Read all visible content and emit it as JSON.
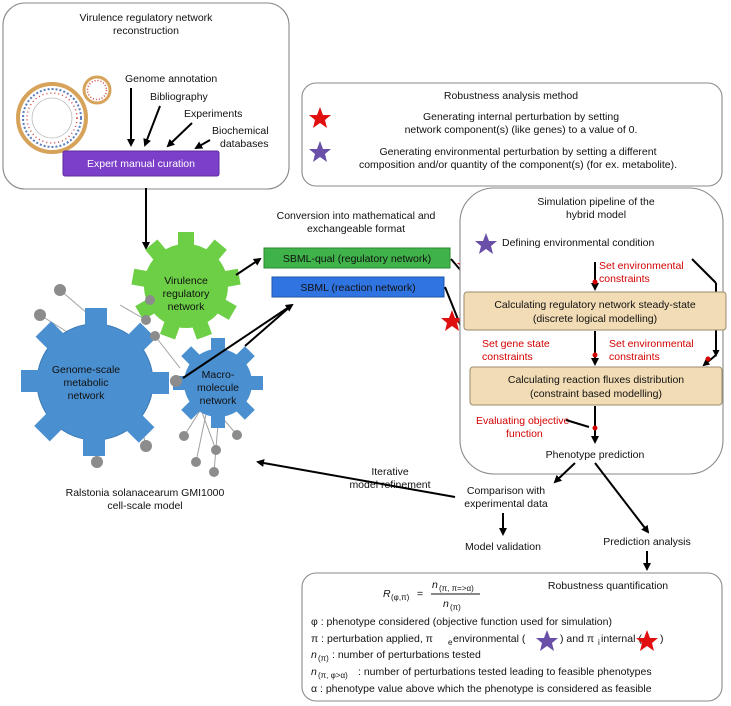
{
  "reconstruction": {
    "title_line1": "Virulence regulatory network",
    "title_line2": "reconstruction",
    "genome_annotation": "Genome annotation",
    "bibliography": "Bibliography",
    "experiments": "Experiments",
    "biochemical_line1": "Biochemical",
    "biochemical_line2": "databases",
    "curation_label": "Expert manual curation"
  },
  "robustness_method": {
    "title": "Robustness analysis method",
    "internal_line1": "Generating internal perturbation by setting",
    "internal_line2": "network component(s) (like genes) to a value of 0.",
    "env_line1": "Generating environmental perturbation by setting a different",
    "env_line2": "composition and/or quantity of the component(s) (for ex. metabolite)."
  },
  "conversion": {
    "title_line1": "Conversion into mathematical and",
    "title_line2": "exchangeable format",
    "sbml_qual": "SBML-qual (regulatory network)",
    "sbml": "SBML (reaction network)"
  },
  "model": {
    "virulence_line1": "Virulence",
    "virulence_line2": "regulatory",
    "virulence_line3": "network",
    "genome_line1": "Genome-scale",
    "genome_line2": "metabolic",
    "genome_line3": "network",
    "macro_line1": "Macro-",
    "macro_line2": "molecule",
    "macro_line3": "network",
    "caption_line1": "Ralstonia solanacearum GMI1000",
    "caption_line2": "cell-scale model"
  },
  "pipeline": {
    "title_line1": "Simulation pipeline of the",
    "title_line2": "hybrid model",
    "defining_env": "Defining environmental condition",
    "set_env_top_line1": "Set environmental",
    "set_env_top_line2": "constraints",
    "reg_step_line1": "Calculating regulatory network steady-state",
    "reg_step_line2": "(discrete logical modelling)",
    "set_gene_line1": "Set gene state",
    "set_gene_line2": "constraints",
    "set_env_mid_line1": "Set environmental",
    "set_env_mid_line2": "constraints",
    "flux_step_line1": "Calculating reaction fluxes distribution",
    "flux_step_line2": "(constraint based modelling)",
    "eval_line1": "Evaluating objective",
    "eval_line2": "function",
    "phenotype": "Phenotype prediction"
  },
  "flow": {
    "iterative_line1": "Iterative",
    "iterative_line2": "model refinement",
    "comparison_line1": "Comparison with",
    "comparison_line2": "experimental data",
    "validation": "Model validation",
    "prediction_analysis": "Prediction analysis"
  },
  "quantification": {
    "title": "Robustness quantification",
    "formula_lhs": "R",
    "formula_lhs_sub": "(φ,π)",
    "formula_eq": "=",
    "numerator": "n",
    "numerator_sub": "(π, π=>α)",
    "denominator": "n",
    "denominator_sub": "(π)",
    "line_phi": "φ : phenotype considered (objective function used for simulation)",
    "line_pi_a": "π : perturbation applied, π",
    "line_pi_e_sub": "e",
    "line_pi_b": " environmental (",
    "line_pi_c": ") and π",
    "line_pi_i_sub": "i",
    "line_pi_d": " internal (",
    "line_pi_e": ")",
    "line_n_pi_sym": "n",
    "line_n_pi_sub": "(π)",
    "line_n_pi_text": " : number of perturbations tested",
    "line_n_feas_sym": "n",
    "line_n_feas_sub": "(π, φ>α)",
    "line_n_feas_text": " : number of perturbations tested leading to feasible phenotypes",
    "line_alpha": "α : phenotype value above which the phenotype is considered as feasible"
  },
  "colors": {
    "curation_fill": "#7c3fc9",
    "sbml_qual_fill": "#3fb24a",
    "sbml_fill": "#2f74e0",
    "step_fill": "#f2dcb5",
    "constraint_text": "#d40000",
    "star_internal": "#e01010",
    "star_environmental": "#6a4fa8",
    "gear_green": "#6ccf45",
    "gear_blue": "#4a8fd0"
  },
  "icons": [
    "red-star-icon",
    "purple-star-icon",
    "genome-circle-icon",
    "gear-icon"
  ]
}
